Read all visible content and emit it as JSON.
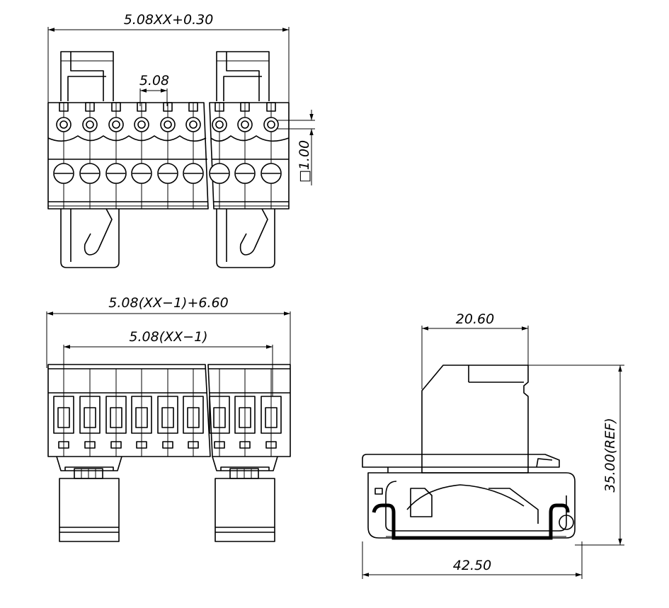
{
  "views": {
    "top": {
      "overall_width": "5.08XX+0.30",
      "pitch": "5.08",
      "pin_square": "□1.00"
    },
    "front": {
      "overall_width": "5.08(XX−1)+6.60",
      "pin_span": "5.08(XX−1)"
    },
    "side": {
      "top_width": "20.60",
      "rail_width": "42.50",
      "height": "35.00(REF)"
    }
  }
}
